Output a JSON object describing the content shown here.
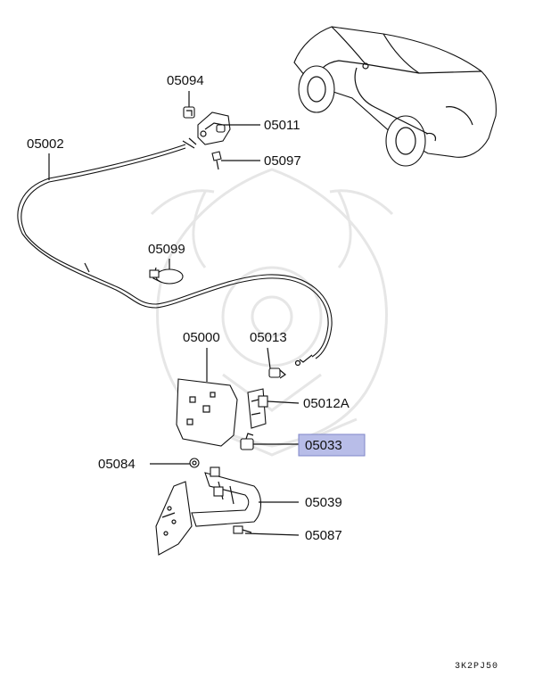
{
  "diagram": {
    "parts": [
      {
        "key": "p05094",
        "label": "05094"
      },
      {
        "key": "p05011",
        "label": "05011"
      },
      {
        "key": "p05002",
        "label": "05002"
      },
      {
        "key": "p05097",
        "label": "05097"
      },
      {
        "key": "p05099",
        "label": "05099"
      },
      {
        "key": "p05000",
        "label": "05000"
      },
      {
        "key": "p05013",
        "label": "05013"
      },
      {
        "key": "p05012A",
        "label": "05012A"
      },
      {
        "key": "p05033",
        "label": "05033",
        "highlighted": true
      },
      {
        "key": "p05084",
        "label": "05084"
      },
      {
        "key": "p05039",
        "label": "05039"
      },
      {
        "key": "p05087",
        "label": "05087"
      }
    ],
    "diagram_code": "3K2PJ50",
    "highlight_color": "#b8bde8",
    "highlight_border": "#7f86c8"
  }
}
